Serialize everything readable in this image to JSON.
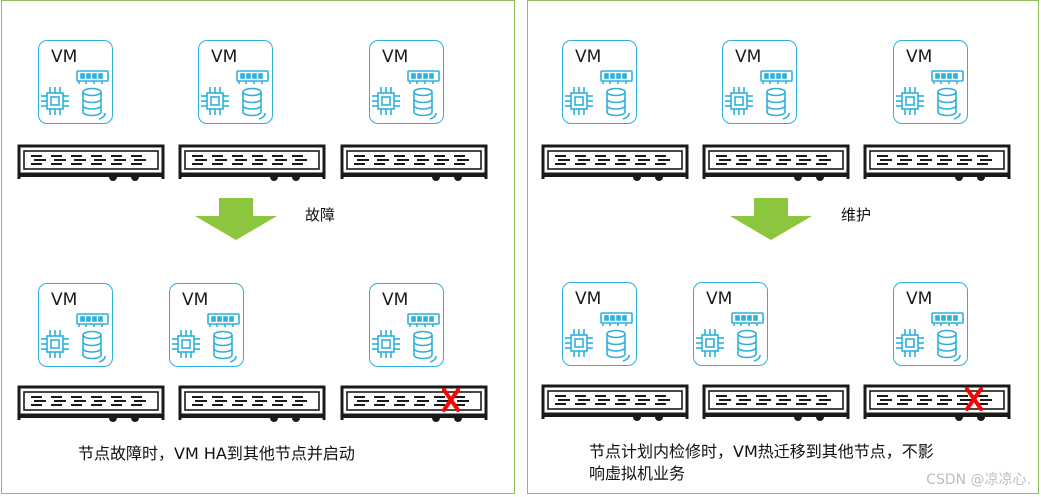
{
  "colors": {
    "panel_border": "#8fbf55",
    "vm_border": "#2eb0dc",
    "arrow": "#8cc63f",
    "server": "#1a1a1a",
    "fail_mark": "#ff0000"
  },
  "icons": {
    "vm_contents": [
      "cpu-chip-icon",
      "memory-module-icon",
      "disk-database-icon"
    ],
    "server": "rack-server-icon",
    "arrow": "down-arrow-icon",
    "fail": "red-x-icon"
  },
  "left_panel": {
    "top_vms": [
      "VM",
      "VM",
      "VM"
    ],
    "action_label": "故障",
    "bottom_vms": [
      "VM",
      "VM",
      "VM"
    ],
    "failed_host_index": 2,
    "caption": "节点故障时，VM HA到其他节点并启动"
  },
  "right_panel": {
    "top_vms": [
      "VM",
      "VM",
      "VM"
    ],
    "action_label": "维护",
    "bottom_vms": [
      "VM",
      "VM",
      "VM"
    ],
    "failed_host_index": 2,
    "caption_line1": "节点计划内检修时，VM热迁移到其他节点，不影",
    "caption_line2": "响虚拟机业务"
  },
  "watermark": "CSDN @凉凉心."
}
